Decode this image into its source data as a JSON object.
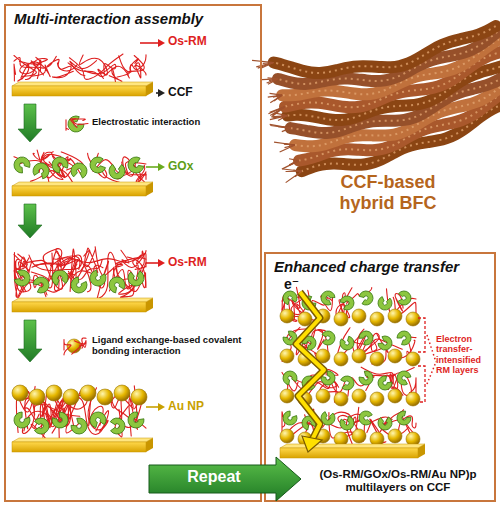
{
  "diagram": {
    "nodes": [
      {
        "text": [
          "Multi-interaction assembly"
        ]
      },
      {
        "text": [
          "Enhanced charge transfer"
        ]
      },
      {
        "text": [
          "Repeat"
        ]
      }
    ],
    "labels": [
      "Os-RM",
      "CCF",
      "Electrostatic interaction",
      "GOx",
      "Os-RM",
      "Ligand exchange-based covalent bonding interaction",
      "Au NP",
      "CCF-based hybrid BFC",
      "e⁻",
      "Electron transfer-intensified RM layers",
      "(Os-RM/GOx/Os-RM/Au NP)p multilayers on CCF"
    ]
  }
}
